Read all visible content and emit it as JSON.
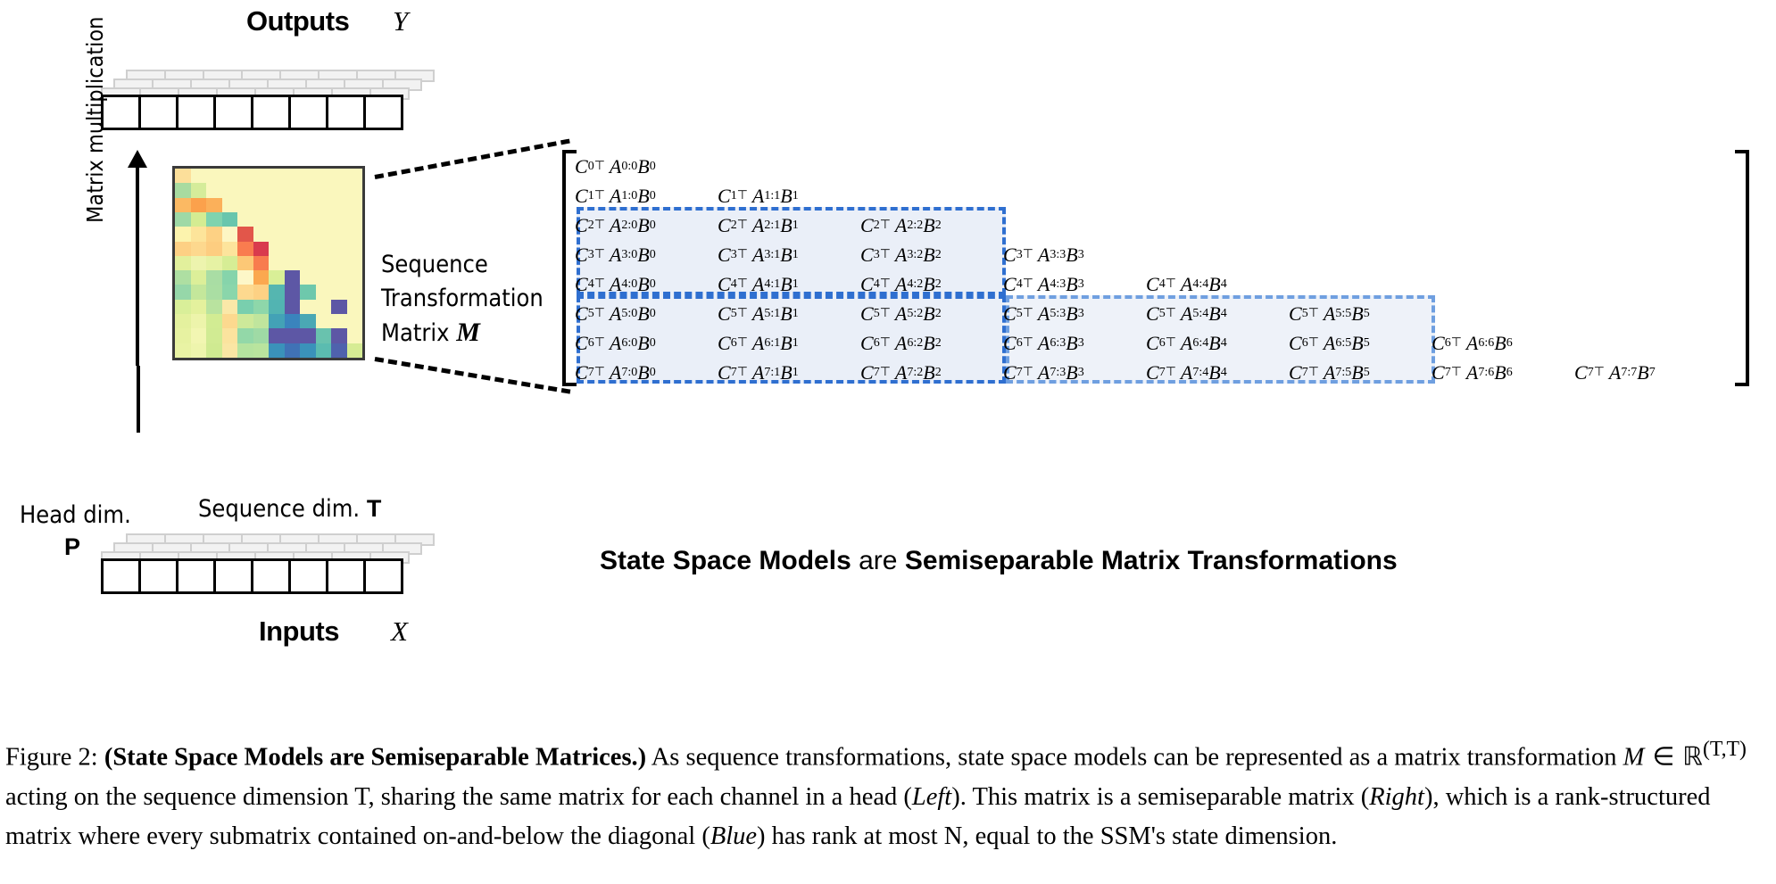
{
  "figure": {
    "outputs_title": "Outputs",
    "outputs_var": "Y",
    "inputs_title": "Inputs",
    "inputs_var": "X",
    "yaxis_label": "Matrix multiplication",
    "seq_transform_line1": "Sequence",
    "seq_transform_line2": "Transformation",
    "seq_transform_line3": "Matrix",
    "seq_transform_var": "M",
    "head_dim_label": "Head dim.",
    "head_dim_var": "P",
    "seq_dim_label": "Sequence dim.",
    "seq_dim_var": "T"
  },
  "statement": {
    "part1": "State Space Models",
    "part2": "are",
    "part3": "Semiseparable Matrix Transformations"
  },
  "caption": {
    "figure_number": "Figure 2:",
    "title": "(State Space Models are Semiseparable Matrices.)",
    "text_1": " As sequence transformations, state space models can be represented as a matrix transformation ",
    "math_1": "M",
    "math_2": " ∈ ℝ",
    "math_3": "(T,T)",
    "text_2": " acting on the sequence dimension T, sharing the same matrix for each channel in a head (",
    "em_1": "Left",
    "text_3": "). This matrix is a semiseparable matrix (",
    "em_2": "Right",
    "text_4": "), which is a rank-structured matrix where every submatrix contained on-and-below the diagonal (",
    "em_3": "Blue",
    "text_5": ") has rank at most N, equal to the SSM's state dimension."
  },
  "matrix": {
    "symbol_C": "C",
    "symbol_A": "A",
    "symbol_B": "B",
    "transpose": "⊤",
    "rows": [
      [
        {
          "i": "0",
          "j": "0"
        }
      ],
      [
        {
          "i": "1",
          "j": "0"
        },
        {
          "i": "1",
          "j": "1"
        }
      ],
      [
        {
          "i": "2",
          "j": "0"
        },
        {
          "i": "2",
          "j": "1"
        },
        {
          "i": "2",
          "j": "2"
        }
      ],
      [
        {
          "i": "3",
          "j": "0"
        },
        {
          "i": "3",
          "j": "1"
        },
        {
          "i": "3",
          "j": "2"
        },
        {
          "i": "3",
          "j": "3"
        }
      ],
      [
        {
          "i": "4",
          "j": "0"
        },
        {
          "i": "4",
          "j": "1"
        },
        {
          "i": "4",
          "j": "2"
        },
        {
          "i": "4",
          "j": "3"
        },
        {
          "i": "4",
          "j": "4"
        }
      ],
      [
        {
          "i": "5",
          "j": "0"
        },
        {
          "i": "5",
          "j": "1"
        },
        {
          "i": "5",
          "j": "2"
        },
        {
          "i": "5",
          "j": "3"
        },
        {
          "i": "5",
          "j": "4"
        },
        {
          "i": "5",
          "j": "5"
        }
      ],
      [
        {
          "i": "6",
          "j": "0"
        },
        {
          "i": "6",
          "j": "1"
        },
        {
          "i": "6",
          "j": "2"
        },
        {
          "i": "6",
          "j": "3"
        },
        {
          "i": "6",
          "j": "4"
        },
        {
          "i": "6",
          "j": "5"
        },
        {
          "i": "6",
          "j": "6"
        }
      ],
      [
        {
          "i": "7",
          "j": "0"
        },
        {
          "i": "7",
          "j": "1"
        },
        {
          "i": "7",
          "j": "2"
        },
        {
          "i": "7",
          "j": "3"
        },
        {
          "i": "7",
          "j": "4"
        },
        {
          "i": "7",
          "j": "5"
        },
        {
          "i": "7",
          "j": "6"
        },
        {
          "i": "7",
          "j": "7"
        }
      ]
    ]
  },
  "colors": {
    "blue_dash": "#2f6fd0",
    "blue_fill": "#e7edf8",
    "heatmap_masked": "#f9f7bd",
    "border_dark": "#3a3a3a"
  },
  "chart_data": {
    "type": "heatmap",
    "title": "Sequence Transformation Matrix M",
    "xlabel": "Sequence dim. T",
    "ylabel": "Matrix multiplication",
    "rows": 12,
    "cols": 12,
    "note": "Lower-triangular (causal) matrix; upper triangle masked to pale yellow",
    "colors": [
      [
        "#fcdf9a",
        "#faf7bd",
        "#faf7bd",
        "#faf7bd",
        "#faf7bd",
        "#faf7bd",
        "#faf7bd",
        "#faf7bd",
        "#faf7bd",
        "#faf7bd",
        "#faf7bd",
        "#faf7bd"
      ],
      [
        "#a8dba0",
        "#d5ec9a",
        "#faf7bd",
        "#faf7bd",
        "#faf7bd",
        "#faf7bd",
        "#faf7bd",
        "#faf7bd",
        "#faf7bd",
        "#faf7bd",
        "#faf7bd",
        "#faf7bd"
      ],
      [
        "#fbb963",
        "#fba14c",
        "#fbb05a",
        "#faf7bd",
        "#faf7bd",
        "#faf7bd",
        "#faf7bd",
        "#faf7bd",
        "#faf7bd",
        "#faf7bd",
        "#faf7bd",
        "#faf7bd"
      ],
      [
        "#9ed9a6",
        "#d4ec92",
        "#7fd3ae",
        "#68c6ad",
        "#faf7bd",
        "#faf7bd",
        "#faf7bd",
        "#faf7bd",
        "#faf7bd",
        "#faf7bd",
        "#faf7bd",
        "#faf7bd"
      ],
      [
        "#fcf3ad",
        "#fde49a",
        "#fdd184",
        "#fdf6c4",
        "#e2564a",
        "#faf7bd",
        "#faf7bd",
        "#faf7bd",
        "#faf7bd",
        "#faf7bd",
        "#faf7bd",
        "#faf7bd"
      ],
      [
        "#fdd084",
        "#fdd88e",
        "#fdcd80",
        "#fde49c",
        "#f97c4f",
        "#d93b4d",
        "#faf7bd",
        "#faf7bd",
        "#faf7bd",
        "#faf7bd",
        "#faf7bd",
        "#faf7bd"
      ],
      [
        "#e2f09c",
        "#edf4ae",
        "#e6f2a4",
        "#d6ed95",
        "#fcc876",
        "#f87c4e",
        "#faf7bd",
        "#faf7bd",
        "#faf7bd",
        "#faf7bd",
        "#faf7bd",
        "#faf7bd"
      ],
      [
        "#aedfa2",
        "#dcef99",
        "#a9dda4",
        "#86d4ab",
        "#fdf7c8",
        "#fba84f",
        "#d9ef97",
        "#5d57a5",
        "#faf7bd",
        "#faf7bd",
        "#faf7bd",
        "#faf7bd"
      ],
      [
        "#96d7a9",
        "#c4e79b",
        "#aadea3",
        "#8ad6ab",
        "#fdd98f",
        "#fdd184",
        "#55b6b0",
        "#5d57a5",
        "#6ec8ac",
        "#faf7bd",
        "#faf7bd",
        "#faf7bd"
      ],
      [
        "#d9ef99",
        "#e4f19d",
        "#b9e39f",
        "#fae8a8",
        "#79cfae",
        "#8ed7aa",
        "#52b4b2",
        "#5d57a5",
        "#faf7bd",
        "#faf7bd",
        "#5d57a5",
        "#faf7bd"
      ],
      [
        "#e4f19e",
        "#edf4ab",
        "#d2ec93",
        "#fcd98f",
        "#cde99a",
        "#c0e59d",
        "#43a2b6",
        "#3a84bd",
        "#4aa8b4",
        "#faf7bd",
        "#faf7bd",
        "#faf7bd"
      ],
      [
        "#e7f2a1",
        "#f2f6b2",
        "#d1eb93",
        "#fbe39e",
        "#93d8a8",
        "#9fdaa5",
        "#5d57a5",
        "#5d57a5",
        "#5d57a5",
        "#69c2ae",
        "#5d57a5",
        "#faf7bd"
      ],
      [
        "#e9f3a4",
        "#eef5ad",
        "#cfea91",
        "#fae6a4",
        "#b5e39f",
        "#b9e49e",
        "#3a92ba",
        "#4072b6",
        "#3a92ba",
        "#5bbcb0",
        "#4f62ad",
        "#d6ec94"
      ]
    ]
  }
}
